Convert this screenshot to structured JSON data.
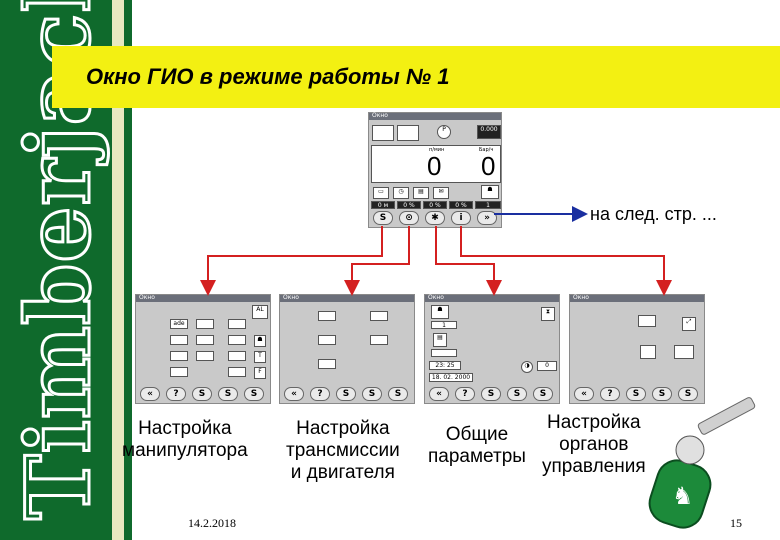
{
  "brand": {
    "name": "Timberjack"
  },
  "slide": {
    "title": "Окно ГИО в режиме работы № 1"
  },
  "main_window": {
    "bar_title": "Окно",
    "value_left": "0",
    "value_right": "0",
    "label_left": "п/мин",
    "label_right": "Бар/ч",
    "readout": "0.000",
    "status_cells": [
      "0 м",
      "0 %",
      "0 %",
      "0 %",
      "1"
    ],
    "nav_buttons": [
      "S",
      "⊙",
      "✱",
      "i",
      "»"
    ]
  },
  "next_page": {
    "label": "на след. стр. ..."
  },
  "sub_windows": [
    {
      "bar_title": "Окно",
      "buttons": [
        "«",
        "?",
        "S",
        "S",
        "S"
      ]
    },
    {
      "bar_title": "Окно",
      "buttons": [
        "«",
        "?",
        "S",
        "S",
        "S"
      ]
    },
    {
      "bar_title": "Окно",
      "date": "18. 02. 2000",
      "time": "23: 25",
      "buttons": [
        "«",
        "?",
        "S",
        "S",
        "S"
      ]
    },
    {
      "bar_title": "Окно",
      "buttons": [
        "«",
        "?",
        "S",
        "S",
        "S"
      ]
    }
  ],
  "captions": {
    "manipulator": "Настройка\nманипулятора",
    "transmission": "Настройка\nтрансмиссии\nи двигателя",
    "general": "Общие\nпараметры",
    "controls": "Настройка\nорганов\nуправления"
  },
  "footer": {
    "date": "14.2.2018",
    "page": "15"
  },
  "colors": {
    "sidebar": "#0f6a2c",
    "title_band": "#f3f012",
    "arrow": "#d42020",
    "link_arrow": "#1a2fa0"
  }
}
